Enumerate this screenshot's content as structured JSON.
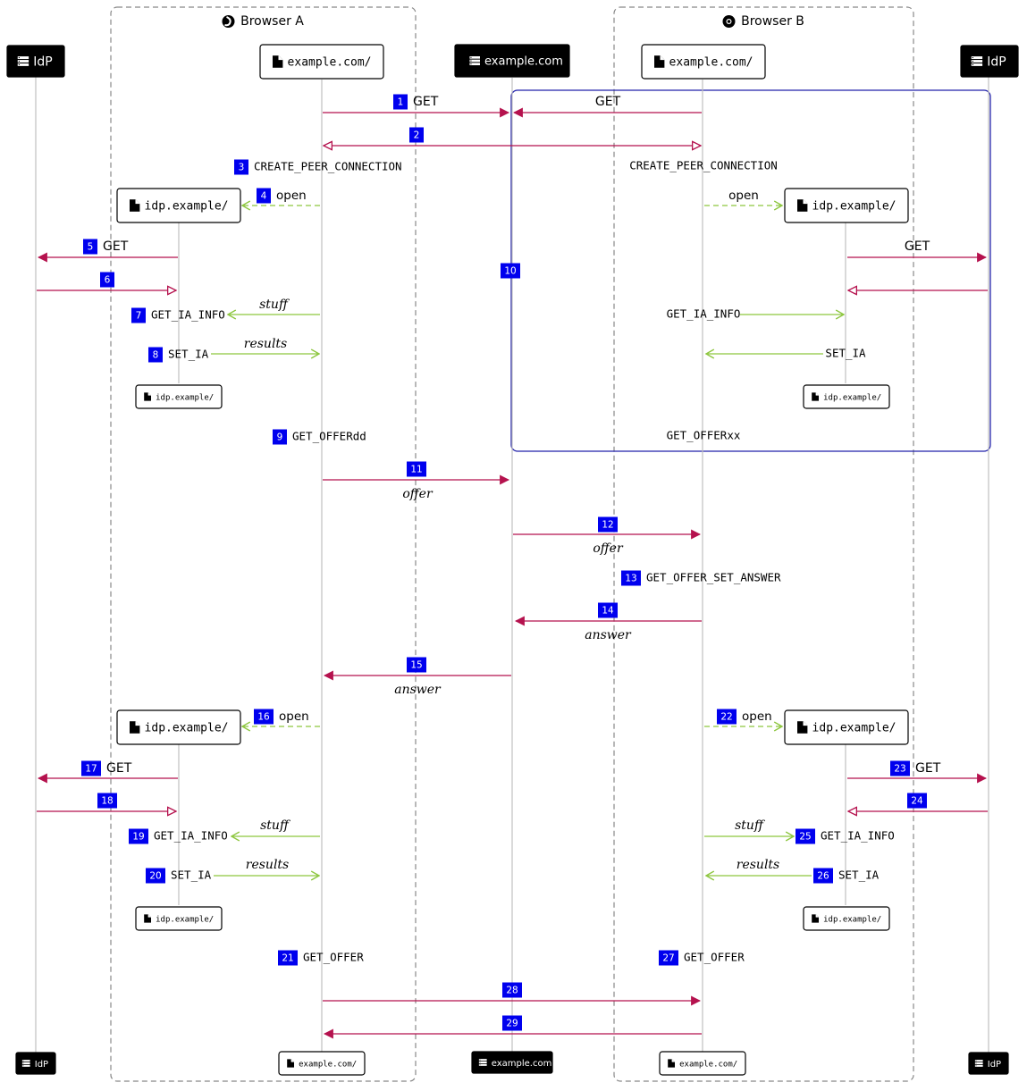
{
  "browsers": [
    {
      "label": "Browser A",
      "icon": "firefox-icon"
    },
    {
      "label": "Browser B",
      "icon": "chrome-icon"
    }
  ],
  "actors": {
    "idp_left": "IdP",
    "page_a": "example.com/",
    "server": "example.com",
    "page_b": "example.com/",
    "idp_right": "IdP",
    "idp_page": "idp.example/"
  },
  "colors": {
    "network": "#b5124e",
    "local": "#8dc63f",
    "badge": "#0000ee",
    "box": "#2222aa",
    "lifeline": "#c0c0c0",
    "actor_dark": "#000000"
  },
  "steps": [
    {
      "n": "1",
      "label": "GET"
    },
    {
      "n": "2",
      "label": ""
    },
    {
      "n": "3",
      "label": "CREATE_PEER_CONNECTION"
    },
    {
      "n": "4",
      "label": "open"
    },
    {
      "n": "5",
      "label": "GET"
    },
    {
      "n": "6",
      "label": ""
    },
    {
      "n": "7",
      "label": "GET_IA_INFO",
      "msg": "stuff"
    },
    {
      "n": "8",
      "label": "SET_IA",
      "msg": "results"
    },
    {
      "n": "9",
      "label": "GET_OFFERdd"
    },
    {
      "n": "10",
      "label": ""
    },
    {
      "n": "11",
      "label": "",
      "msg": "offer"
    },
    {
      "n": "12",
      "label": "",
      "msg": "offer"
    },
    {
      "n": "13",
      "label": "GET_OFFER_SET_ANSWER"
    },
    {
      "n": "14",
      "label": "",
      "msg": "answer"
    },
    {
      "n": "15",
      "label": "",
      "msg": "answer"
    },
    {
      "n": "16",
      "label": "open"
    },
    {
      "n": "17",
      "label": "GET"
    },
    {
      "n": "18",
      "label": ""
    },
    {
      "n": "19",
      "label": "GET_IA_INFO",
      "msg": "stuff"
    },
    {
      "n": "20",
      "label": "SET_IA",
      "msg": "results"
    },
    {
      "n": "21",
      "label": "GET_OFFER"
    },
    {
      "n": "22",
      "label": "open"
    },
    {
      "n": "23",
      "label": "GET"
    },
    {
      "n": "24",
      "label": ""
    },
    {
      "n": "25",
      "label": "GET_IA_INFO",
      "msg": "stuff"
    },
    {
      "n": "26",
      "label": "SET_IA",
      "msg": "results"
    },
    {
      "n": "27",
      "label": "GET_OFFER"
    },
    {
      "n": "28",
      "label": ""
    },
    {
      "n": "29",
      "label": ""
    }
  ],
  "box_b": {
    "get": "GET",
    "create": "CREATE_PEER_CONNECTION",
    "open": "open",
    "get2": "GET",
    "get_ia_info": "GET_IA_INFO",
    "set_ia": "SET_IA",
    "get_offer": "GET_OFFERxx"
  }
}
